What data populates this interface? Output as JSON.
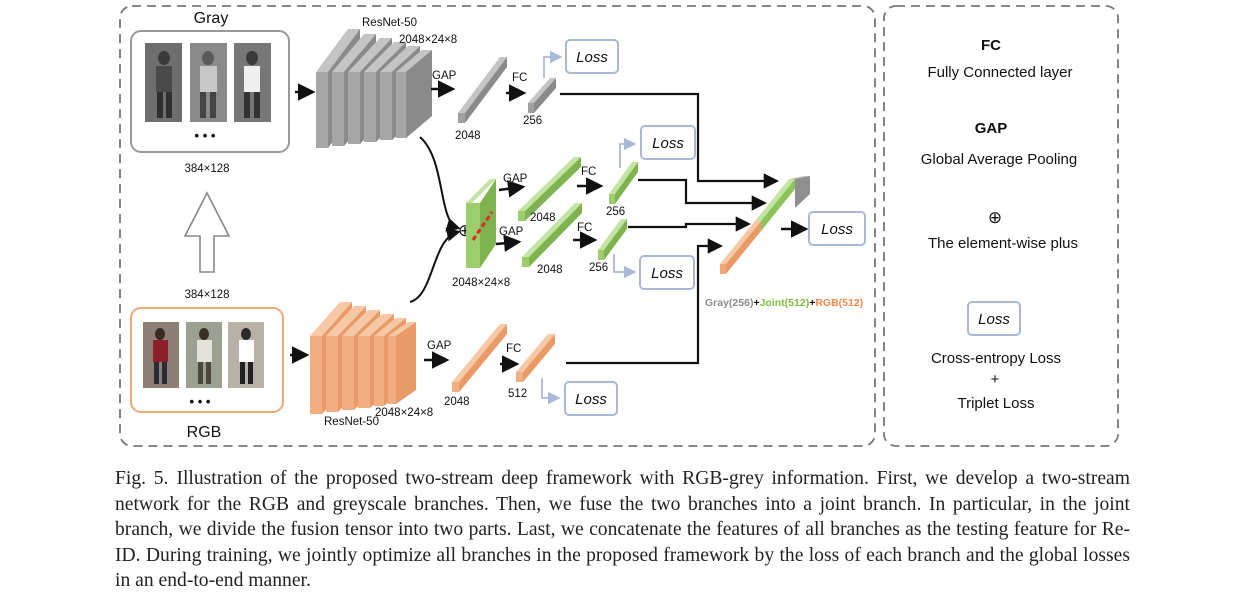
{
  "diagram": {
    "gray_branch": {
      "input_label": "Gray",
      "input_size": "384×128",
      "backbone_label": "ResNet-50",
      "feature_map_label": "2048×24×8",
      "gap_label": "GAP",
      "gap_dim": "2048",
      "fc_label": "FC",
      "fc_dim": "256",
      "loss_label": "Loss"
    },
    "rgb_branch": {
      "input_label": "RGB",
      "input_size": "384×128",
      "backbone_label": "ResNet-50",
      "feature_map_label": "2048×24×8",
      "gap_label": "GAP",
      "gap_dim": "2048",
      "fc_label": "FC",
      "fc_dim": "512",
      "loss_label": "Loss"
    },
    "joint_branch": {
      "fusion_symbol": "⊕",
      "fusion_tensor_label": "2048×24×8",
      "gap_label_top": "GAP",
      "gap_label_bottom": "GAP",
      "gap_dim_top": "2048",
      "gap_dim_bottom": "2048",
      "fc_label_top": "FC",
      "fc_label_bottom": "FC",
      "fc_dim_top": "256",
      "fc_dim_bottom": "256",
      "loss_top": "Loss",
      "loss_bottom": "Loss"
    },
    "concat": {
      "loss_label": "Loss",
      "gray_part": "Gray(256)",
      "plus1": "+",
      "joint_part": "Joint(512)",
      "plus2": "+",
      "rgb_part": "RGB(512)"
    },
    "colors": {
      "gray": "#a9a9a9",
      "green": "#9ccf6c",
      "orange": "#f0a877",
      "gray_text": "#8c8c8c",
      "green_text": "#7fbf3f",
      "orange_text": "#f08a4b",
      "loss_border": "#aab8d8",
      "arrow_light": "#a9b9da"
    },
    "legend": {
      "fc_title": "FC",
      "fc_desc": "Fully Connected layer",
      "gap_title": "GAP",
      "gap_desc": "Global Average Pooling",
      "plus_symbol": "⊕",
      "plus_desc": "The element-wise plus",
      "loss_box": "Loss",
      "loss_desc_1": "Cross-entropy Loss",
      "loss_desc_plus": "+",
      "loss_desc_2": "Triplet Loss"
    },
    "ellipsis": "• • •"
  },
  "caption": {
    "label": "Fig. 5.",
    "text": "Illustration of the proposed two-stream deep framework with RGB-grey information. First, we develop a two-stream network for the RGB and greyscale branches. Then, we fuse the two branches into a joint branch. In particular, in the joint branch, we divide the fusion tensor into two parts. Last, we concatenate the features of all branches as the testing feature for Re-ID. During training, we jointly optimize all branches in the proposed framework by the loss of each branch and the global losses in an end-to-end manner."
  }
}
